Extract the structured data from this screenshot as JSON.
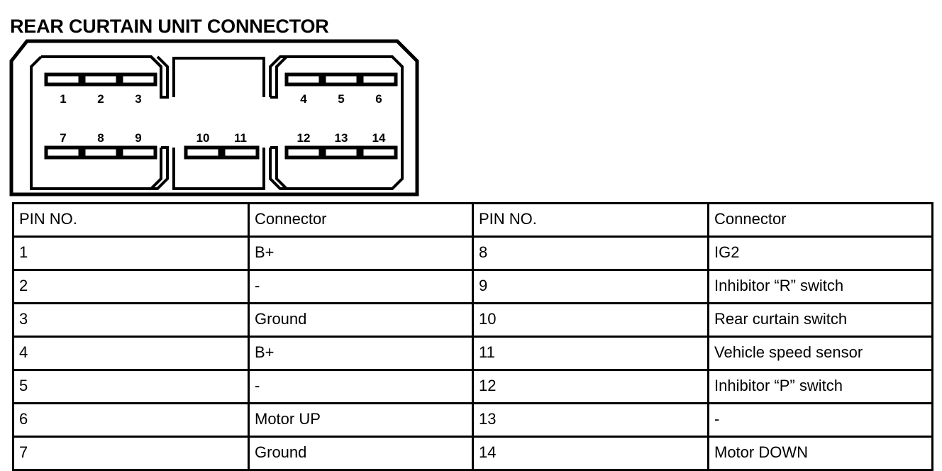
{
  "page": {
    "title": "REAR CURTAIN UNIT CONNECTOR"
  },
  "connector_diagram": {
    "name": "rear-curtain-unit-connector",
    "total_pins": 14,
    "chambers": [
      {
        "id": "left",
        "top_pins": [
          "1",
          "2",
          "3"
        ],
        "bottom_pins": [
          "7",
          "8",
          "9"
        ]
      },
      {
        "id": "middle",
        "top_pins": [],
        "bottom_pins": [
          "10",
          "11"
        ]
      },
      {
        "id": "right",
        "top_pins": [
          "4",
          "5",
          "6"
        ],
        "bottom_pins": [
          "12",
          "13",
          "14"
        ]
      }
    ],
    "pin_labels": {
      "p1": "1",
      "p2": "2",
      "p3": "3",
      "p4": "4",
      "p5": "5",
      "p6": "6",
      "p7": "7",
      "p8": "8",
      "p9": "9",
      "p10": "10",
      "p11": "11",
      "p12": "12",
      "p13": "13",
      "p14": "14"
    },
    "colors": {
      "outline": "#000000",
      "fill": "#ffffff"
    }
  },
  "pin_table": {
    "headers": [
      "PIN NO.",
      "Connector",
      "PIN NO.",
      "Connector"
    ],
    "rows": [
      {
        "pin_left": "1",
        "connector_left": "B+",
        "pin_right": "8",
        "connector_right": "IG2"
      },
      {
        "pin_left": "2",
        "connector_left": "-",
        "pin_right": "9",
        "connector_right": "Inhibitor “R” switch"
      },
      {
        "pin_left": "3",
        "connector_left": "Ground",
        "pin_right": "10",
        "connector_right": "Rear curtain switch"
      },
      {
        "pin_left": "4",
        "connector_left": "B+",
        "pin_right": "11",
        "connector_right": "Vehicle speed sensor"
      },
      {
        "pin_left": "5",
        "connector_left": "-",
        "pin_right": "12",
        "connector_right": "Inhibitor “P” switch"
      },
      {
        "pin_left": "6",
        "connector_left": "Motor UP",
        "pin_right": "13",
        "connector_right": "-"
      },
      {
        "pin_left": "7",
        "connector_left": "Ground",
        "pin_right": "14",
        "connector_right": "Motor DOWN"
      }
    ]
  }
}
